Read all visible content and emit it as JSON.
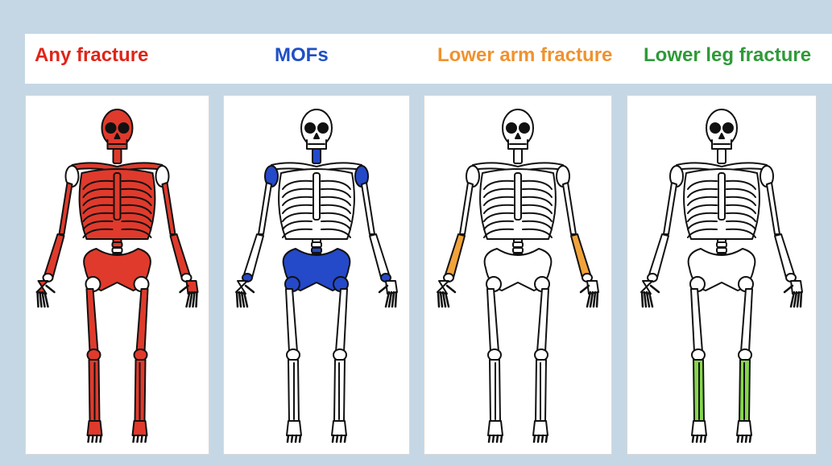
{
  "labels": {
    "any_fracture": "Any fracture",
    "mofs": "MOFs",
    "lower_arm_fracture": "Lower arm fracture",
    "lower_leg_fracture": "Lower leg fracture"
  },
  "colors": {
    "background": "#c5d7e5",
    "any_fracture": "#e02418",
    "mofs": "#1f4fc4",
    "lower_arm_fracture": "#f0922e",
    "lower_leg_fracture": "#2e9a38",
    "lower_leg_fill": "#86d64c",
    "bone_outline": "#111111",
    "bone_white": "#ffffff"
  },
  "skeletons": [
    {
      "name": "any-fracture",
      "highlight": [
        "skull",
        "neck",
        "clavicles",
        "ribcage",
        "spine",
        "upper-arms",
        "lower-arms",
        "hands",
        "pelvis",
        "femurs",
        "patellae",
        "lower-legs",
        "feet"
      ],
      "color": "#e03a2c"
    },
    {
      "name": "mofs",
      "highlight": [
        "neck",
        "shoulders",
        "lower-spine",
        "pelvis",
        "hips",
        "wrists"
      ],
      "color": "#2449c9"
    },
    {
      "name": "lower-arm-fracture",
      "highlight": [
        "lower-arms"
      ],
      "color": "#f2a33a"
    },
    {
      "name": "lower-leg-fracture",
      "highlight": [
        "lower-legs"
      ],
      "color": "#86d64c"
    }
  ]
}
